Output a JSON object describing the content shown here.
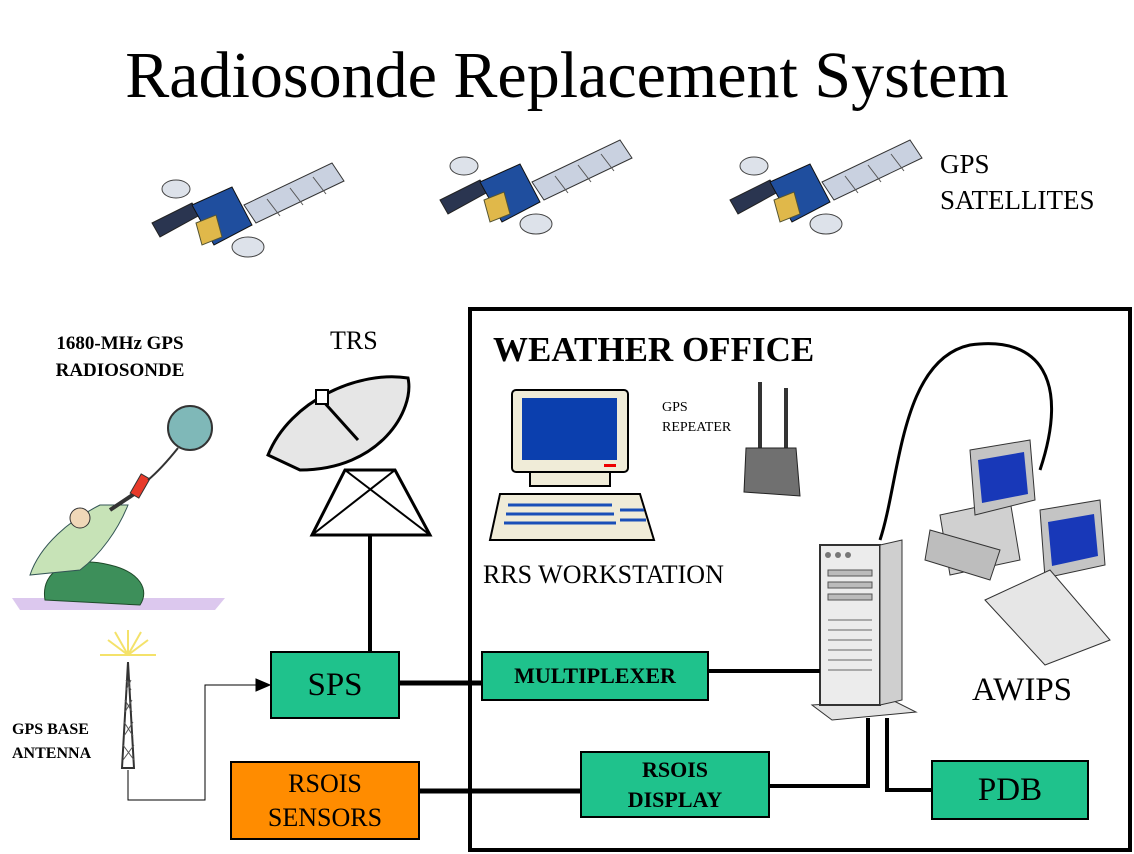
{
  "title": "Radiosonde Replacement System",
  "labels": {
    "gps_satellites": [
      "GPS",
      "SATELLITES"
    ],
    "radiosonde": [
      "1680-MHz GPS",
      "RADIOSONDE"
    ],
    "trs": "TRS",
    "weather_office": "WEATHER OFFICE",
    "gps_repeater": [
      "GPS",
      "REPEATER"
    ],
    "rrs_workstation": "RRS WORKSTATION",
    "awips": "AWIPS",
    "gps_base_antenna": [
      "GPS BASE",
      "ANTENNA"
    ]
  },
  "boxes": {
    "sps": "SPS",
    "multiplexer": "MULTIPLEXER",
    "rsois_display": [
      "RSOIS",
      "DISPLAY"
    ],
    "pdb": "PDB",
    "rsois_sensors": [
      "RSOIS",
      "SENSORS"
    ]
  },
  "colors": {
    "green_box": "#1fc28c",
    "orange_box": "#ff8c00",
    "screen_blue": "#0b3fae",
    "satellite_panel": "#c9d1e0",
    "antenna_yellow": "#f4e26a"
  },
  "icons": [
    "satellite-icon",
    "radiosonde-launcher-icon",
    "dish-antenna-icon",
    "workstation-icon",
    "gps-repeater-icon",
    "server-tower-icon",
    "awips-computers-icon",
    "gps-base-antenna-icon"
  ]
}
